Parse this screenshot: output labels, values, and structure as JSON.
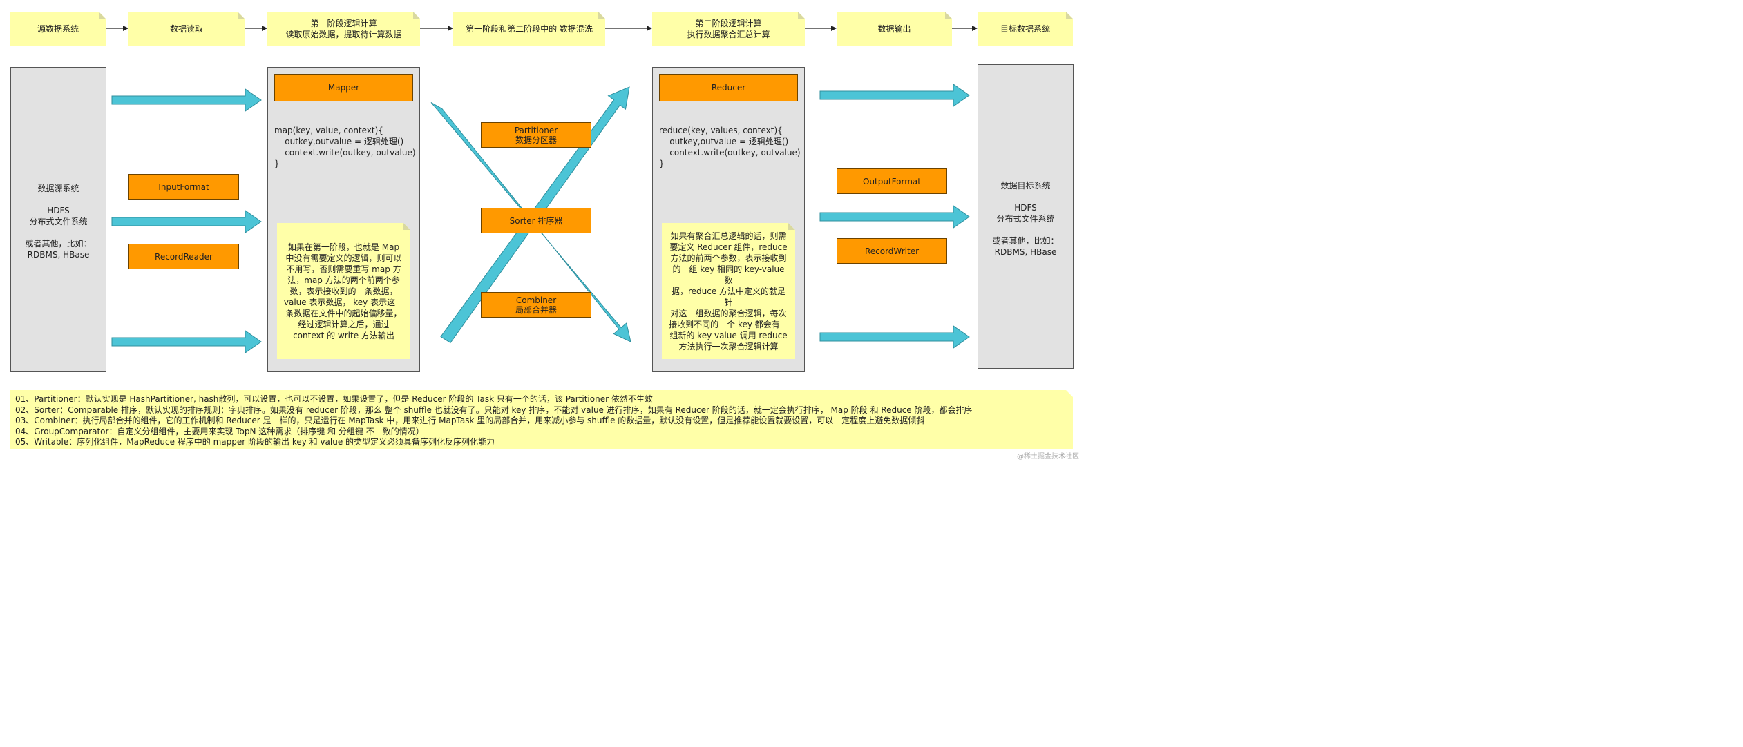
{
  "top_steps": [
    "源数据系统",
    "数据读取",
    "第一阶段逻辑计算\n读取原始数据，提取待计算数据",
    "第一阶段和第二阶段中的 数据混洗",
    "第二阶段逻辑计算\n执行数据聚合汇总计算",
    "数据输出",
    "目标数据系统"
  ],
  "source_system": {
    "label": "数据源系统\n\nHDFS\n分布式文件系统\n\n或者其他，比如：\nRDBMS, HBase"
  },
  "input_components": [
    "InputFormat",
    "RecordReader"
  ],
  "mapper": {
    "title": "Mapper",
    "code": "map(key, value, context){\n    outkey,outvalue = 逻辑处理()\n    context.write(outkey, outvalue)\n}",
    "note": "如果在第一阶段，也就是 Map\n中没有需要定义的逻辑，则可以\n不用写，否则需要重写 map 方\n法，map 方法的两个前两个参\n数，表示接收到的一条数据，\nvalue 表示数据， key 表示这一\n条数据在文件中的起始偏移量，\n经过逻辑计算之后，通过\ncontext 的 write 方法输出"
  },
  "shuffle_components": [
    "Partitioner\n数据分区器",
    "Sorter 排序器",
    "Combiner\n局部合并器"
  ],
  "reducer": {
    "title": "Reducer",
    "code": "reduce(key, values, context){\n    outkey,outvalue = 逻辑处理()\n    context.write(outkey, outvalue)\n}",
    "note": "如果有聚合汇总逻辑的话，则需\n要定义 Reducer 组件，reduce\n方法的前两个参数，表示接收到\n的一组 key 相同的 key-value 数\n据，reduce 方法中定义的就是针\n对这一组数据的聚合逻辑，每次\n接收到不同的一个 key 都会有一\n组新的 key-value 调用 reduce\n方法执行一次聚合逻辑计算"
  },
  "output_components": [
    "OutputFormat",
    "RecordWriter"
  ],
  "target_system": {
    "label": "数据目标系统\n\nHDFS\n分布式文件系统\n\n或者其他，比如：\nRDBMS, HBase"
  },
  "notes": [
    "01、Partitioner：默认实现是 HashPartitioner, hash散列，可以设置，也可以不设置，如果设置了，但是 Reducer 阶段的 Task 只有一个的话，该 Partitioner 依然不生效",
    "02、Sorter：Comparable 排序，默认实现的排序规则：字典排序。如果没有 reducer 阶段，那么 整个 shuffle 也就没有了。只能对 key 排序，不能对 value 进行排序，如果有 Reducer 阶段的话，就一定会执行排序， Map 阶段 和 Reduce 阶段，都会排序",
    "03、Combiner：执行局部合并的组件，它的工作机制和 Reducer 是一样的，只是运行在 MapTask 中，用来进行 MapTask 里的局部合并，用来减小参与 shuffle 的数据量，默认没有设置，但是推荐能设置就要设置，可以一定程度上避免数据倾斜",
    "04、GroupComparator：自定义分组组件，主要用来实现 TopN 这种需求（排序键 和 分组键 不一致的情况）",
    "05、Writable：序列化组件，MapReduce 程序中的 mapper 阶段的输出 key 和 value 的类型定义必须具备序列化反序列化能力"
  ],
  "watermark": "@稀土掘金技术社区",
  "colors": {
    "note_fill": "#ffffa8",
    "panel_fill": "#e2e2e2",
    "component_fill": "#ff9900",
    "arrow_fill": "#4cc4d6"
  }
}
